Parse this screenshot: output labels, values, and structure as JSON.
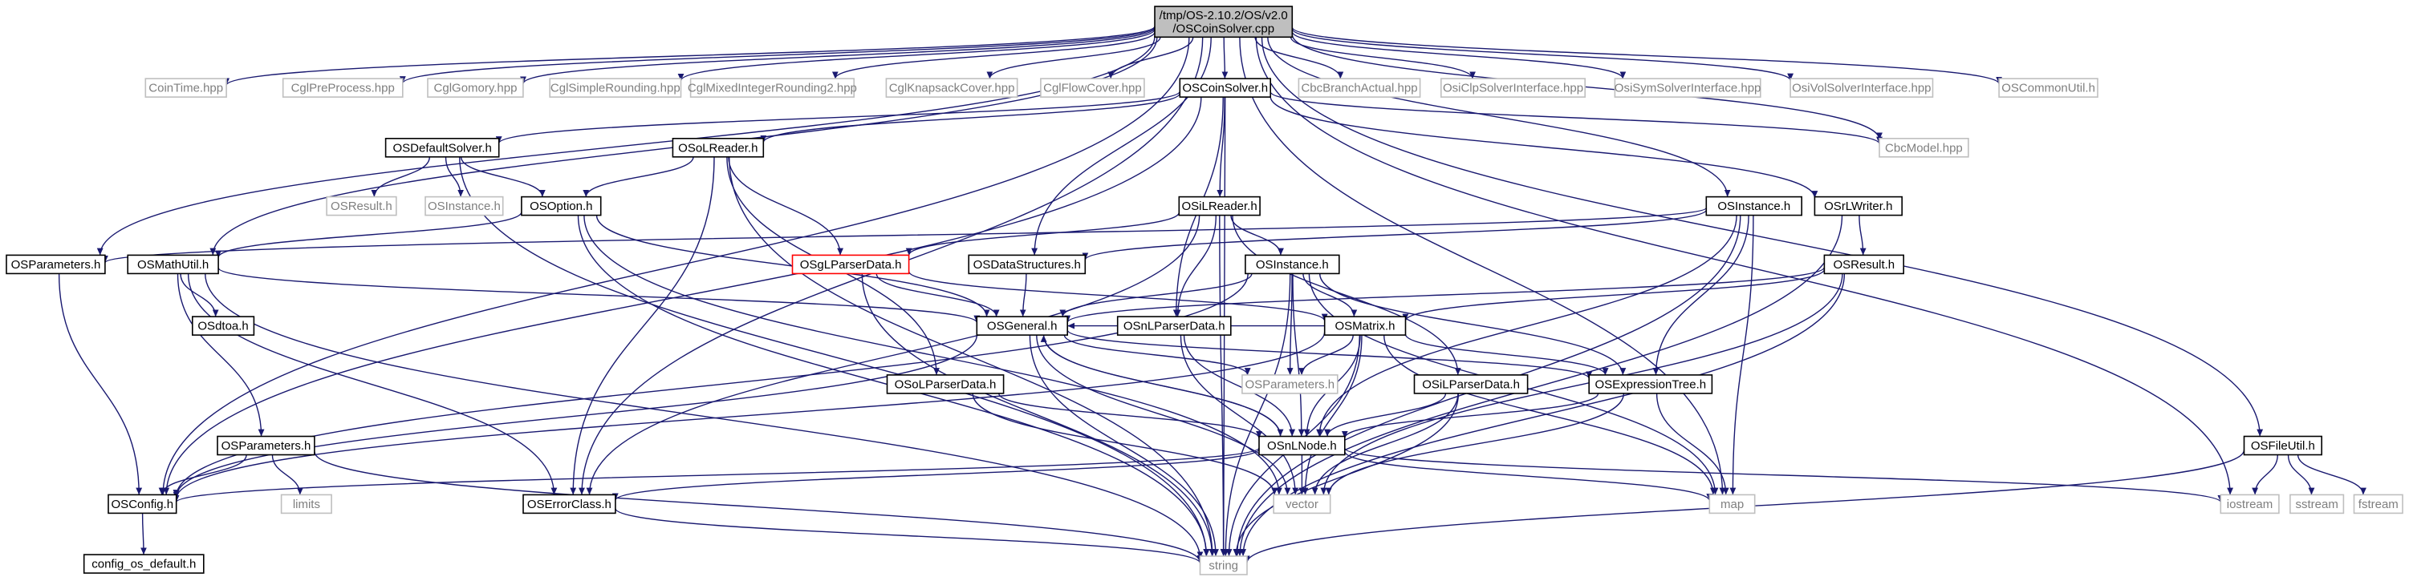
{
  "graph": {
    "root": "root",
    "colors": {
      "edge": "#191970",
      "box_border": "#000000",
      "box_border_missing": "#bfbfbf",
      "box_border_highlight": "#ff0000",
      "root_fill": "#bfbfbf",
      "label_missing": "#7f7f7f",
      "label_default": "#000000"
    },
    "nodes": [
      {
        "id": "root",
        "lines": [
          "/tmp/OS-2.10.2/OS/v2.0",
          "/OSCoinSolver.cpp"
        ],
        "style": "root"
      },
      {
        "id": "cointime",
        "lines": [
          "CoinTime.hpp"
        ],
        "style": "missing"
      },
      {
        "id": "cglpre",
        "lines": [
          "CglPreProcess.hpp"
        ],
        "style": "missing"
      },
      {
        "id": "cglgomory",
        "lines": [
          "CglGomory.hpp"
        ],
        "style": "missing"
      },
      {
        "id": "cglsimple",
        "lines": [
          "CglSimpleRounding.hpp"
        ],
        "style": "missing"
      },
      {
        "id": "cglmixed",
        "lines": [
          "CglMixedIntegerRounding2.hpp"
        ],
        "style": "missing"
      },
      {
        "id": "cglknap",
        "lines": [
          "CglKnapsackCover.hpp"
        ],
        "style": "missing"
      },
      {
        "id": "cglflow",
        "lines": [
          "CglFlowCover.hpp"
        ],
        "style": "missing"
      },
      {
        "id": "oscoinsolver_h",
        "lines": [
          "OSCoinSolver.h"
        ],
        "style": "normal"
      },
      {
        "id": "cbcbranch",
        "lines": [
          "CbcBranchActual.hpp"
        ],
        "style": "missing"
      },
      {
        "id": "osiclp",
        "lines": [
          "OsiClpSolverInterface.hpp"
        ],
        "style": "missing"
      },
      {
        "id": "osisym",
        "lines": [
          "OsiSymSolverInterface.hpp"
        ],
        "style": "missing"
      },
      {
        "id": "osivol",
        "lines": [
          "OsiVolSolverInterface.hpp"
        ],
        "style": "missing"
      },
      {
        "id": "oscommonutil",
        "lines": [
          "OSCommonUtil.h"
        ],
        "style": "missing"
      },
      {
        "id": "osdefaultsolver",
        "lines": [
          "OSDefaultSolver.h"
        ],
        "style": "normal"
      },
      {
        "id": "osolreader",
        "lines": [
          "OSoLReader.h"
        ],
        "style": "normal"
      },
      {
        "id": "cbcmodel",
        "lines": [
          "CbcModel.hpp"
        ],
        "style": "missing"
      },
      {
        "id": "osresult_missing",
        "lines": [
          "OSResult.h"
        ],
        "style": "missing"
      },
      {
        "id": "osinstance_missing",
        "lines": [
          "OSInstance.h"
        ],
        "style": "missing"
      },
      {
        "id": "osoption",
        "lines": [
          "OSOption.h"
        ],
        "style": "normal"
      },
      {
        "id": "osilreader",
        "lines": [
          "OSiLReader.h"
        ],
        "style": "normal"
      },
      {
        "id": "osinstance_a",
        "lines": [
          "OSInstance.h"
        ],
        "style": "normal"
      },
      {
        "id": "osrlwriter",
        "lines": [
          "OSrLWriter.h"
        ],
        "style": "normal"
      },
      {
        "id": "osparameters_a",
        "lines": [
          "OSParameters.h"
        ],
        "style": "normal"
      },
      {
        "id": "osmathutil",
        "lines": [
          "OSMathUtil.h"
        ],
        "style": "normal"
      },
      {
        "id": "osglparserdata",
        "lines": [
          "OSgLParserData.h"
        ],
        "style": "highlight"
      },
      {
        "id": "osdatastructures",
        "lines": [
          "OSDataStructures.h"
        ],
        "style": "normal"
      },
      {
        "id": "osinstance_b",
        "lines": [
          "OSInstance.h"
        ],
        "style": "normal"
      },
      {
        "id": "osresult",
        "lines": [
          "OSResult.h"
        ],
        "style": "normal"
      },
      {
        "id": "osdtoa",
        "lines": [
          "OSdtoa.h"
        ],
        "style": "normal"
      },
      {
        "id": "osgeneral",
        "lines": [
          "OSGeneral.h"
        ],
        "style": "normal"
      },
      {
        "id": "osnlparserdata",
        "lines": [
          "OSnLParserData.h"
        ],
        "style": "normal"
      },
      {
        "id": "osmatrix",
        "lines": [
          "OSMatrix.h"
        ],
        "style": "normal"
      },
      {
        "id": "osolparserdata",
        "lines": [
          "OSoLParserData.h"
        ],
        "style": "normal"
      },
      {
        "id": "osparameters_missing",
        "lines": [
          "OSParameters.h"
        ],
        "style": "missing"
      },
      {
        "id": "osilparserdata",
        "lines": [
          "OSiLParserData.h"
        ],
        "style": "normal"
      },
      {
        "id": "osexpressiontree",
        "lines": [
          "OSExpressionTree.h"
        ],
        "style": "normal"
      },
      {
        "id": "osparameters_b",
        "lines": [
          "OSParameters.h"
        ],
        "style": "normal"
      },
      {
        "id": "osnlnode",
        "lines": [
          "OSnLNode.h"
        ],
        "style": "normal"
      },
      {
        "id": "osfileutil",
        "lines": [
          "OSFileUtil.h"
        ],
        "style": "normal"
      },
      {
        "id": "limits",
        "lines": [
          "limits"
        ],
        "style": "missing"
      },
      {
        "id": "osconfig",
        "lines": [
          "OSConfig.h"
        ],
        "style": "normal"
      },
      {
        "id": "oserrorclass",
        "lines": [
          "OSErrorClass.h"
        ],
        "style": "normal"
      },
      {
        "id": "vector",
        "lines": [
          "vector"
        ],
        "style": "missing"
      },
      {
        "id": "map",
        "lines": [
          "map"
        ],
        "style": "missing"
      },
      {
        "id": "iostream",
        "lines": [
          "iostream"
        ],
        "style": "missing"
      },
      {
        "id": "sstream",
        "lines": [
          "sstream"
        ],
        "style": "missing"
      },
      {
        "id": "fstream",
        "lines": [
          "fstream"
        ],
        "style": "missing"
      },
      {
        "id": "configdefault",
        "lines": [
          "config_os_default.h"
        ],
        "style": "normal"
      },
      {
        "id": "string",
        "lines": [
          "string"
        ],
        "style": "missing"
      }
    ],
    "edges": [
      [
        "root",
        "cointime"
      ],
      [
        "root",
        "cglpre"
      ],
      [
        "root",
        "cglgomory"
      ],
      [
        "root",
        "cglsimple"
      ],
      [
        "root",
        "cglmixed"
      ],
      [
        "root",
        "cglknap"
      ],
      [
        "root",
        "cglflow"
      ],
      [
        "root",
        "oscoinsolver_h"
      ],
      [
        "root",
        "cbcbranch"
      ],
      [
        "root",
        "osiclp"
      ],
      [
        "root",
        "osisym"
      ],
      [
        "root",
        "osivol"
      ],
      [
        "root",
        "oscommonutil"
      ],
      [
        "root",
        "cbcmodel"
      ],
      [
        "root",
        "osinstance_a"
      ],
      [
        "root",
        "osparameters_a"
      ],
      [
        "root",
        "osmathutil"
      ],
      [
        "root",
        "osdatastructures"
      ],
      [
        "root",
        "oserrorclass"
      ],
      [
        "root",
        "osconfig"
      ],
      [
        "root",
        "map"
      ],
      [
        "root",
        "iostream"
      ],
      [
        "root",
        "osfileutil"
      ],
      [
        "oscoinsolver_h",
        "osdefaultsolver"
      ],
      [
        "oscoinsolver_h",
        "osolreader"
      ],
      [
        "oscoinsolver_h",
        "osilreader"
      ],
      [
        "oscoinsolver_h",
        "osrlwriter"
      ],
      [
        "oscoinsolver_h",
        "cbcmodel"
      ],
      [
        "oscoinsolver_h",
        "osconfig"
      ],
      [
        "oscoinsolver_h",
        "string"
      ],
      [
        "oscoinsolver_h",
        "osnlparserdata"
      ],
      [
        "osdefaultsolver",
        "osresult_missing"
      ],
      [
        "osdefaultsolver",
        "osinstance_missing"
      ],
      [
        "osdefaultsolver",
        "osoption"
      ],
      [
        "osdefaultsolver",
        "string"
      ],
      [
        "osolreader",
        "osoption"
      ],
      [
        "osolreader",
        "osglparserdata"
      ],
      [
        "osolreader",
        "osolparserdata"
      ],
      [
        "osolreader",
        "oserrorclass"
      ],
      [
        "osolreader",
        "string"
      ],
      [
        "osoption",
        "osmathutil"
      ],
      [
        "osoption",
        "osgeneral"
      ],
      [
        "osoption",
        "string"
      ],
      [
        "osoption",
        "vector"
      ],
      [
        "osilreader",
        "osinstance_b"
      ],
      [
        "osilreader",
        "osnlparserdata"
      ],
      [
        "osilreader",
        "osilparserdata"
      ],
      [
        "osilreader",
        "oserrorclass"
      ],
      [
        "osilreader",
        "osglparserdata"
      ],
      [
        "osilreader",
        "string"
      ],
      [
        "osinstance_a",
        "osparameters_a"
      ],
      [
        "osinstance_a",
        "osdatastructures"
      ],
      [
        "osinstance_a",
        "osexpressiontree"
      ],
      [
        "osinstance_a",
        "osnlnode"
      ],
      [
        "osinstance_a",
        "string"
      ],
      [
        "osinstance_a",
        "map"
      ],
      [
        "osrlwriter",
        "osresult"
      ],
      [
        "osrlwriter",
        "string"
      ],
      [
        "osparameters_a",
        "osconfig"
      ],
      [
        "osmathutil",
        "osdtoa"
      ],
      [
        "osmathutil",
        "osgeneral"
      ],
      [
        "osmathutil",
        "osparameters_b"
      ],
      [
        "osmathutil",
        "oserrorclass"
      ],
      [
        "osmathutil",
        "string"
      ],
      [
        "osglparserdata",
        "osgeneral"
      ],
      [
        "osglparserdata",
        "osmatrix"
      ],
      [
        "osglparserdata",
        "string"
      ],
      [
        "osdatastructures",
        "osgeneral"
      ],
      [
        "osinstance_b",
        "osgeneral"
      ],
      [
        "osinstance_b",
        "osmatrix"
      ],
      [
        "osinstance_b",
        "osexpressiontree"
      ],
      [
        "osinstance_b",
        "osnlnode"
      ],
      [
        "osinstance_b",
        "osparameters_missing"
      ],
      [
        "osinstance_b",
        "osconfig"
      ],
      [
        "osinstance_b",
        "string"
      ],
      [
        "osinstance_b",
        "map"
      ],
      [
        "osresult",
        "osgeneral"
      ],
      [
        "osresult",
        "osmatrix"
      ],
      [
        "osresult",
        "vector"
      ],
      [
        "osresult",
        "string"
      ],
      [
        "osgeneral",
        "osparameters_missing"
      ],
      [
        "osgeneral",
        "osnlnode"
      ],
      [
        "osgeneral",
        "osexpressiontree"
      ],
      [
        "osgeneral",
        "osconfig"
      ],
      [
        "osgeneral",
        "string"
      ],
      [
        "osgeneral",
        "vector"
      ],
      [
        "osnlparserdata",
        "osnlnode"
      ],
      [
        "osnlparserdata",
        "vector"
      ],
      [
        "osmatrix",
        "osgeneral"
      ],
      [
        "osmatrix",
        "osparameters_missing"
      ],
      [
        "osmatrix",
        "osexpressiontree"
      ],
      [
        "osmatrix",
        "osnlnode"
      ],
      [
        "osmatrix",
        "osconfig"
      ],
      [
        "osmatrix",
        "vector"
      ],
      [
        "osmatrix",
        "string"
      ],
      [
        "osmatrix",
        "map"
      ],
      [
        "osolparserdata",
        "vector"
      ],
      [
        "osolparserdata",
        "osnlnode"
      ],
      [
        "osilparserdata",
        "osnlnode"
      ],
      [
        "osilparserdata",
        "vector"
      ],
      [
        "osilparserdata",
        "string"
      ],
      [
        "osexpressiontree",
        "osnlnode"
      ],
      [
        "osexpressiontree",
        "vector"
      ],
      [
        "osexpressiontree",
        "map"
      ],
      [
        "osparameters_b",
        "osconfig"
      ],
      [
        "osparameters_b",
        "limits"
      ],
      [
        "osparameters_b",
        "string"
      ],
      [
        "osnlnode",
        "osgeneral"
      ],
      [
        "osnlnode",
        "oserrorclass"
      ],
      [
        "osnlnode",
        "osconfig"
      ],
      [
        "osnlnode",
        "vector"
      ],
      [
        "osnlnode",
        "map"
      ],
      [
        "osnlnode",
        "iostream"
      ],
      [
        "osconfig",
        "configdefault"
      ],
      [
        "oserrorclass",
        "string"
      ],
      [
        "osfileutil",
        "iostream"
      ],
      [
        "osfileutil",
        "sstream"
      ],
      [
        "osfileutil",
        "fstream"
      ],
      [
        "osfileutil",
        "string"
      ]
    ]
  }
}
